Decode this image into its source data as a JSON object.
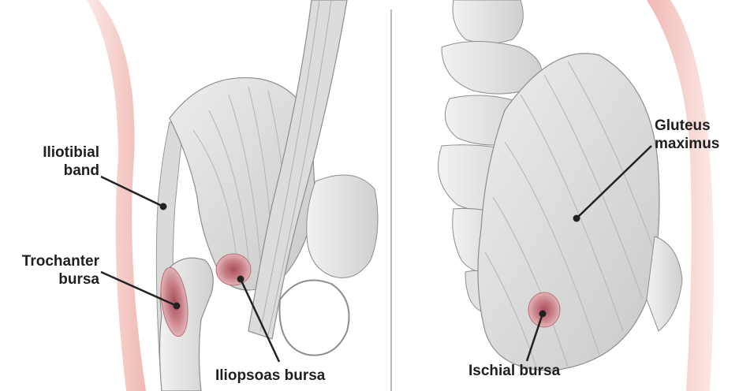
{
  "labels": {
    "iliotibial_band": [
      "Iliotibial",
      "band"
    ],
    "trochanter_bursa": [
      "Trochanter",
      "bursa"
    ],
    "iliopsoas_bursa": "Iliopsoas bursa",
    "gluteus_maximus": [
      "Gluteus",
      "maximus"
    ],
    "ischial_bursa": "Ischial bursa"
  },
  "colors": {
    "skin": "#f3c9c4",
    "bone": "#e6e6e6",
    "muscle": "#d6d6d6",
    "bursa": "#c98a8f",
    "bursa_center": "#9e4a55",
    "leader": "#222222",
    "divider": "#bdbdbd"
  },
  "views": [
    "hip-front-view",
    "hip-back-view"
  ]
}
